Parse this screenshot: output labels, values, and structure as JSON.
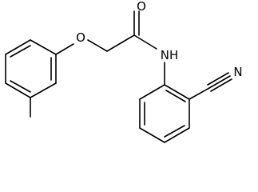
{
  "structure": {
    "atom_labels": {
      "ether_oxygen": "O",
      "carbonyl_oxygen": "O",
      "amide_nitrogen": "NH",
      "nitrile_nitrogen": "N"
    },
    "colors": {
      "bond": "#000000",
      "label": "#000000",
      "background": "#ffffff"
    }
  }
}
